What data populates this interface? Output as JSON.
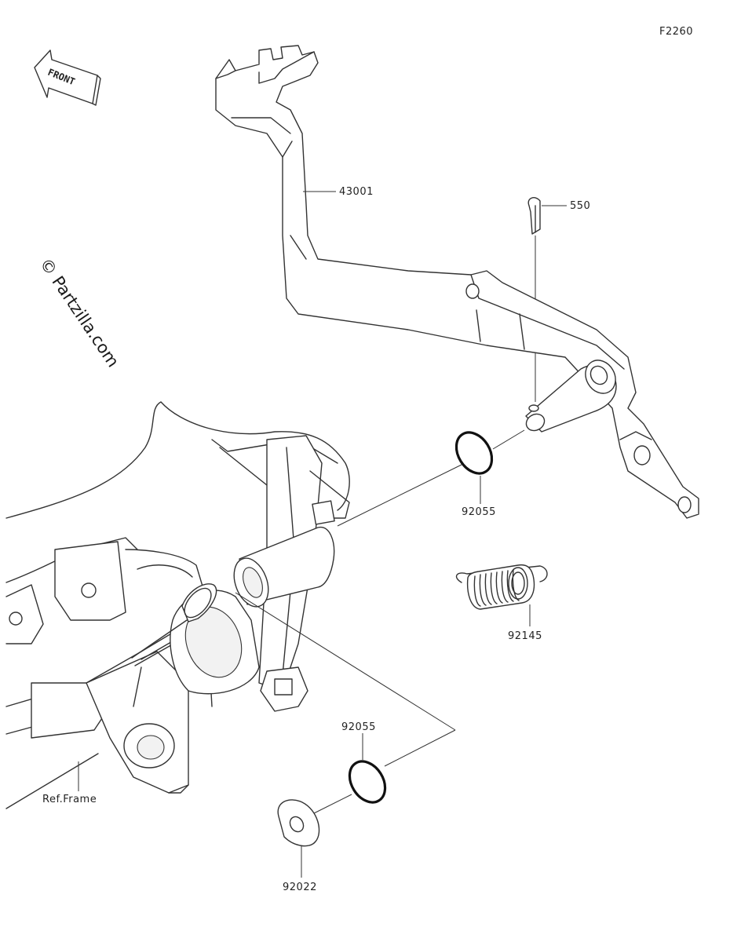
{
  "figure_code": "F2260",
  "watermark": "© Partzilla.com",
  "front_label": "FRONT",
  "parts": [
    {
      "number": "43001"
    },
    {
      "number": "550"
    },
    {
      "number": "92055"
    },
    {
      "number": "92145"
    },
    {
      "number": "92055"
    },
    {
      "number": "92022"
    }
  ],
  "ref_frame": "Ref.Frame"
}
